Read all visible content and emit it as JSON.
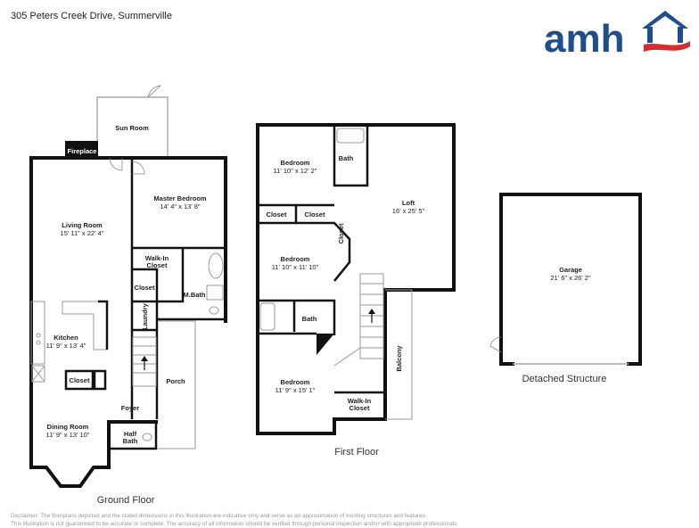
{
  "header": {
    "address": "305 Peters Creek Drive, Summerville",
    "logo_text": "amh",
    "logo_colors": {
      "text": "#1f4e8c",
      "roof": "#1f4e8c",
      "swoosh": "#d62e2e"
    }
  },
  "ground_floor": {
    "label": "Ground Floor",
    "rooms": [
      {
        "name": "Sun Room",
        "dims": ""
      },
      {
        "name": "Fireplace",
        "dims": ""
      },
      {
        "name": "Living Room",
        "dims": "15' 11\" x 22' 4\""
      },
      {
        "name": "Master Bedroom",
        "dims": "14' 4\" x 13' 8\""
      },
      {
        "name": "Walk-In Closet",
        "dims": ""
      },
      {
        "name": "Closet",
        "dims": ""
      },
      {
        "name": "M.Bath",
        "dims": ""
      },
      {
        "name": "Laundry",
        "dims": ""
      },
      {
        "name": "Kitchen",
        "dims": "11' 9\" x 13' 4\""
      },
      {
        "name": "Closet",
        "dims": ""
      },
      {
        "name": "Closet",
        "dims": ""
      },
      {
        "name": "Porch",
        "dims": ""
      },
      {
        "name": "Foyer",
        "dims": ""
      },
      {
        "name": "Dining Room",
        "dims": "11' 9\" x 13' 10\""
      },
      {
        "name": "Half Bath",
        "dims": ""
      }
    ]
  },
  "first_floor": {
    "label": "First Floor",
    "rooms": [
      {
        "name": "Bedroom",
        "dims": "11' 10\" x 12' 2\""
      },
      {
        "name": "Bath",
        "dims": ""
      },
      {
        "name": "Loft",
        "dims": "16' x 25' 5\""
      },
      {
        "name": "Closet",
        "dims": ""
      },
      {
        "name": "Closet",
        "dims": ""
      },
      {
        "name": "Closet",
        "dims": ""
      },
      {
        "name": "Bedroom",
        "dims": "11' 10\" x 11' 10\""
      },
      {
        "name": "Bath",
        "dims": ""
      },
      {
        "name": "Balcony",
        "dims": ""
      },
      {
        "name": "Bedroom",
        "dims": "11' 9\" x 15' 1\""
      },
      {
        "name": "Walk-In Closet",
        "dims": ""
      }
    ]
  },
  "detached": {
    "label": "Detached Structure",
    "rooms": [
      {
        "name": "Garage",
        "dims": "21' 6\" x 26' 2\""
      }
    ]
  },
  "disclaimer": {
    "line1": "Disclaimer: The floorplans depicted and the stated dimensions in this illustration are indicative only and serve as an approximation of existing structures and features.",
    "line2": "This illustration is not guaranteed to be accurate or complete. The accuracy of all information should be verified through personal inspection and/or with appropriate professionals."
  }
}
